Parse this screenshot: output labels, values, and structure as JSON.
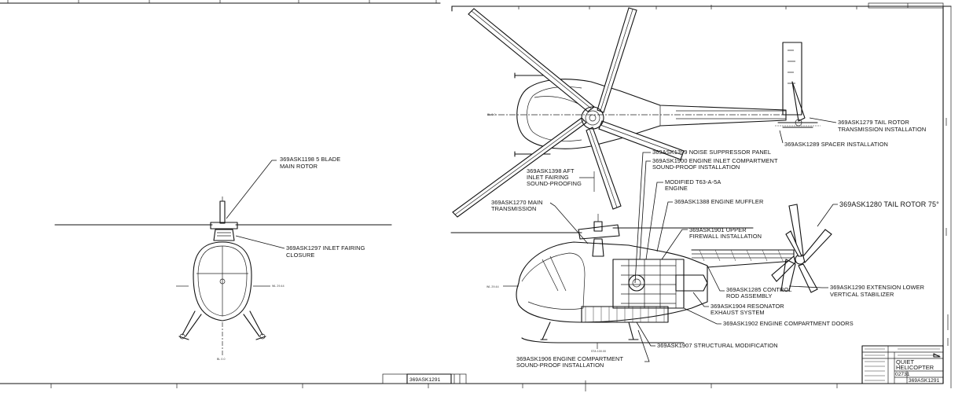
{
  "callouts": {
    "main_rotor": [
      "369ASK1198 5 BLADE",
      "MAIN ROTOR"
    ],
    "inlet_fairing_closure": [
      "369ASK1297 INLET FAIRING",
      "CLOSURE"
    ],
    "tail_rotor_transmission": [
      "369ASK1279 TAIL ROTOR",
      "TRANSMISSION INSTALLATION"
    ],
    "spacer": [
      "369ASK1289 SPACER INSTALLATION"
    ],
    "noise_suppressor": [
      "369ASK1399 NOISE SUPPRESSOR PANEL"
    ],
    "engine_inlet": [
      "369ASK1900 ENGINE INLET COMPARTMENT",
      "SOUND-PROOF INSTALLATION"
    ],
    "aft_inlet": [
      "369ASK1398 AFT",
      "INLET FAIRING",
      "SOUND-PROOFING"
    ],
    "modified_engine": [
      "MODIFIED T63-A-5A",
      "ENGINE"
    ],
    "main_transmission": [
      "369ASK1270 MAIN",
      "TRANSMISSION"
    ],
    "engine_muffler": [
      "369ASK1388 ENGINE MUFFLER"
    ],
    "tail_rotor_75": [
      "369ASK1280 TAIL ROTOR 75°"
    ],
    "upper_firewall": [
      "369ASK1901 UPPER",
      "FIREWALL INSTALLATION"
    ],
    "control_rod": [
      "369ASK1285 CONTROL",
      "ROD ASSEMBLY"
    ],
    "extension_stabilizer": [
      "369ASK1290 EXTENSION LOWER",
      "VERTICAL STABILIZER"
    ],
    "resonator": [
      "369ASK1904 RESONATOR",
      "EXHAUST SYSTEM"
    ],
    "compartment_doors": [
      "369ASK1902 ENGINE COMPARTMENT DOORS"
    ],
    "structural_mod": [
      "369ASK1907 STRUCTURAL MODIFICATION"
    ],
    "engine_compartment_sound": [
      "369ASK1906 ENGINE COMPARTMENT",
      "SOUND-PROOF INSTALLATION"
    ]
  },
  "title_block": {
    "title_line1": "QUIET",
    "title_line2": "HELICOPTER",
    "code": "02731",
    "drawing_number": "369ASK1291"
  },
  "bottom_drawing_number": "369ASK1291",
  "station_labels": {
    "wl_front": "WL 29.44",
    "wl_side": "WL 29.44",
    "bl_top": "BL 0.0",
    "bl_front": "BL 0.0",
    "sta_side": "STA 100.00"
  }
}
